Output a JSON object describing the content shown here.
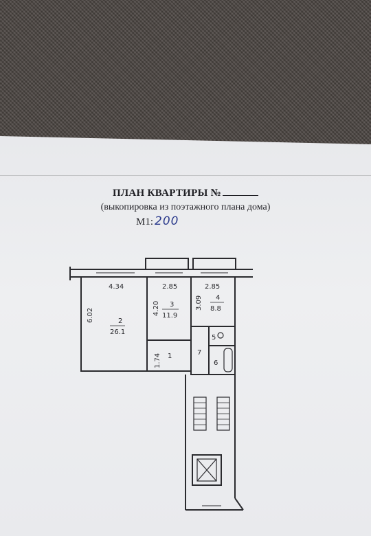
{
  "document": {
    "title": "ПЛАН КВАРТИРЫ №",
    "subtitle": "(выкопировка из поэтажного плана дома)",
    "scale_prefix": "М1:",
    "scale_value": "200"
  },
  "plan": {
    "dimensions": {
      "room2_width": "4.34",
      "room2_length": "6.02",
      "room3_width": "2.85",
      "room3_length": "4.20",
      "room4_width": "2.85",
      "room4_length": "3.09",
      "hall_length": "1.74"
    },
    "rooms": [
      {
        "number": "2",
        "area": "26.1"
      },
      {
        "number": "3",
        "area": "11.9"
      },
      {
        "number": "4",
        "area": "8.8"
      },
      {
        "number": "1",
        "area": ""
      },
      {
        "number": "5",
        "area": ""
      },
      {
        "number": "6",
        "area": ""
      },
      {
        "number": "7",
        "area": ""
      }
    ]
  },
  "colors": {
    "ink": "#1f1f24",
    "handwriting": "#2b3a8c"
  }
}
